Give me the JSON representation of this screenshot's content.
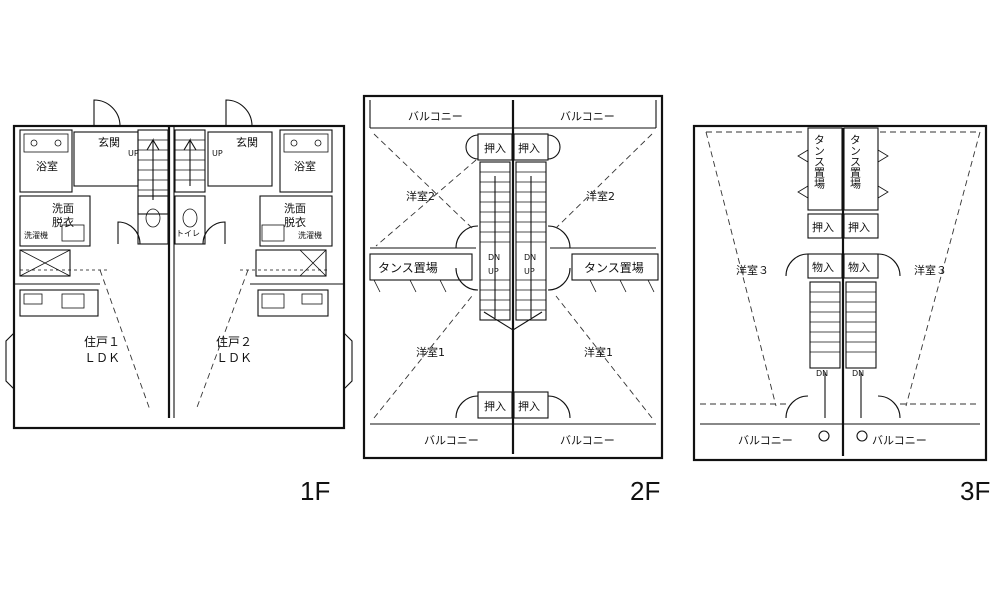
{
  "floors": {
    "f1": {
      "label": "1F",
      "rooms": {
        "entrance_left": "玄関",
        "entrance_right": "玄関",
        "bath_left": "浴室",
        "bath_right": "浴室",
        "washroom_left_1": "洗面",
        "washroom_left_2": "脱衣",
        "washroom_right_1": "洗面",
        "washroom_right_2": "脱衣",
        "washer_left": "洗濯機",
        "washer_right": "洗濯機",
        "up_left": "UP",
        "up_right": "UP",
        "toilet": "トイレ",
        "unit1_name": "住戸１",
        "unit1_type": "ＬＤＫ",
        "unit2_name": "住戸２",
        "unit2_type": "ＬＤＫ"
      }
    },
    "f2": {
      "label": "2F",
      "rooms": {
        "balcony_top_left": "バルコニー",
        "balcony_top_right": "バルコニー",
        "closet_top_left": "押入",
        "closet_top_right": "押入",
        "room_top_left": "洋室2",
        "room_top_right": "洋室2",
        "wardrobe_left": "タンス置場",
        "wardrobe_right": "タンス置場",
        "dn_left": "DN",
        "dn_right": "DN",
        "up_left": "UP",
        "up_right": "UP",
        "room_bottom_left": "洋室1",
        "room_bottom_right": "洋室1",
        "closet_bottom_left": "押入",
        "closet_bottom_right": "押入",
        "balcony_bottom_left": "バルコニー",
        "balcony_bottom_right": "バルコニー"
      }
    },
    "f3": {
      "label": "3F",
      "rooms": {
        "wardrobe_left": "タンス置場",
        "wardrobe_right": "タンス置場",
        "closet_left": "押入",
        "closet_right": "押入",
        "storage_left": "物入",
        "storage_right": "物入",
        "room_left": "洋室３",
        "room_right": "洋室３",
        "dn_left": "DN",
        "dn_right": "DN",
        "balcony_left": "バルコニー",
        "balcony_right": "バルコニー"
      }
    }
  }
}
